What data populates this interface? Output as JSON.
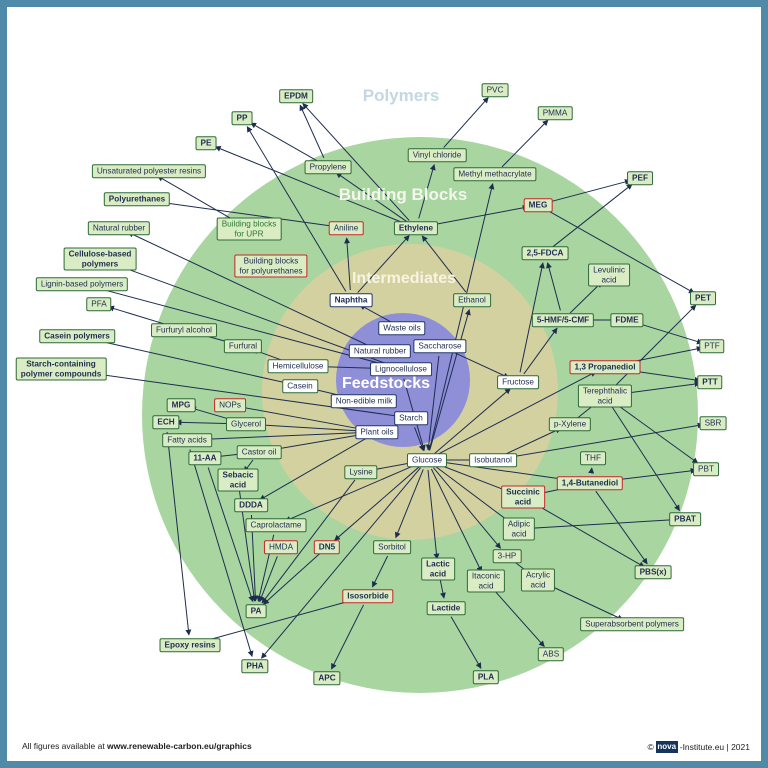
{
  "ring_labels": {
    "polymers": "Polymers",
    "building_blocks": "Building Blocks",
    "intermediates": "Intermediates",
    "feedstocks": "Feedstocks"
  },
  "footer": {
    "left_prefix": "All figures available at ",
    "left_link": "www.renewable-carbon.eu/graphics",
    "copyright": "©",
    "brand": "nova",
    "brand_suffix": "-Institute.eu | 2021"
  },
  "colors": {
    "frame": "#4f8ba8",
    "outer_ring": "#a8d5a0",
    "middle_ring": "#d4d1a0",
    "inner_circle": "#8f8fd8",
    "arrow": "#1e2d4f",
    "red_highlight": "#c8262b"
  },
  "nodes": [
    {
      "id": "epdm",
      "label": "EPDM"
    },
    {
      "id": "pvc",
      "label": "PVC"
    },
    {
      "id": "pp",
      "label": "PP"
    },
    {
      "id": "pmma",
      "label": "PMMA"
    },
    {
      "id": "pe",
      "label": "PE"
    },
    {
      "id": "vinyl",
      "label": "Vinyl chloride"
    },
    {
      "id": "propylene",
      "label": "Propylene"
    },
    {
      "id": "upr_resins",
      "label": "Unsaturated polyester resins"
    },
    {
      "id": "methyl_meth",
      "label": "Methyl methacrylate"
    },
    {
      "id": "pef",
      "label": "PEF"
    },
    {
      "id": "polyurethanes",
      "label": "Polyurethanes"
    },
    {
      "id": "bb_upr",
      "label": "Building blocks\nfor UPR"
    },
    {
      "id": "meg",
      "label": "MEG"
    },
    {
      "id": "natural_rubber_p",
      "label": "Natural rubber"
    },
    {
      "id": "aniline",
      "label": "Aniline"
    },
    {
      "id": "ethylene",
      "label": "Ethylene"
    },
    {
      "id": "fdca",
      "label": "2,5-FDCA"
    },
    {
      "id": "cellulose_poly",
      "label": "Cellulose-based\npolymers"
    },
    {
      "id": "bb_pu",
      "label": "Building blocks\nfor polyurethanes"
    },
    {
      "id": "levulinic",
      "label": "Levulinic\nacid"
    },
    {
      "id": "lignin_poly",
      "label": "Lignin-based polymers"
    },
    {
      "id": "pet",
      "label": "PET"
    },
    {
      "id": "pfa",
      "label": "PFA"
    },
    {
      "id": "naphtha",
      "label": "Naphtha"
    },
    {
      "id": "ethanol",
      "label": "Ethanol"
    },
    {
      "id": "hmf",
      "label": "5-HMF/5-CMF"
    },
    {
      "id": "fdme",
      "label": "FDME"
    },
    {
      "id": "furfuryl",
      "label": "Furfuryl alcohol"
    },
    {
      "id": "waste_oils",
      "label": "Waste oils"
    },
    {
      "id": "casein_poly",
      "label": "Casein polymers"
    },
    {
      "id": "ptf",
      "label": "PTF"
    },
    {
      "id": "furfural",
      "label": "Furfural"
    },
    {
      "id": "natural_rubber_f",
      "label": "Natural rubber"
    },
    {
      "id": "saccharose",
      "label": "Saccharose"
    },
    {
      "id": "starch_poly",
      "label": "Starch-containing\npolymer compounds"
    },
    {
      "id": "hemicellulose",
      "label": "Hemicellulose"
    },
    {
      "id": "propanediol",
      "label": "1,3 Propanediol"
    },
    {
      "id": "lignocellulose",
      "label": "Lignocellulose"
    },
    {
      "id": "fructose",
      "label": "Fructose"
    },
    {
      "id": "ptt",
      "label": "PTT"
    },
    {
      "id": "casein",
      "label": "Casein"
    },
    {
      "id": "nonedible",
      "label": "Non-edible milk"
    },
    {
      "id": "terephthalic",
      "label": "Terephthalic\nacid"
    },
    {
      "id": "mpg",
      "label": "MPG"
    },
    {
      "id": "nops",
      "label": "NOPs"
    },
    {
      "id": "starch",
      "label": "Starch"
    },
    {
      "id": "ech",
      "label": "ECH"
    },
    {
      "id": "glycerol",
      "label": "Glycerol"
    },
    {
      "id": "pxylene",
      "label": "p-Xylene"
    },
    {
      "id": "sbr",
      "label": "SBR"
    },
    {
      "id": "plant_oils",
      "label": "Plant oils"
    },
    {
      "id": "fatty",
      "label": "Fatty acids"
    },
    {
      "id": "castor",
      "label": "Castor oil"
    },
    {
      "id": "glucose",
      "label": "Glucose"
    },
    {
      "id": "isobutanol",
      "label": "Isobutanol"
    },
    {
      "id": "thf",
      "label": "THF"
    },
    {
      "id": "aa11",
      "label": "11-AA"
    },
    {
      "id": "pbt",
      "label": "PBT"
    },
    {
      "id": "lysine",
      "label": "Lysine"
    },
    {
      "id": "sebacic",
      "label": "Sebacic\nacid"
    },
    {
      "id": "butanediol",
      "label": "1,4-Butanediol"
    },
    {
      "id": "succinic",
      "label": "Succinic\nacid"
    },
    {
      "id": "dddа",
      "label": "DDDA"
    },
    {
      "id": "pbat",
      "label": "PBAT"
    },
    {
      "id": "adipic",
      "label": "Adipic\nacid"
    },
    {
      "id": "caprolactame",
      "label": "Caprolactame"
    },
    {
      "id": "hmda",
      "label": "HMDA"
    },
    {
      "id": "dn5",
      "label": "DN5"
    },
    {
      "id": "sorbitol",
      "label": "Sorbitol"
    },
    {
      "id": "pbsx",
      "label": "PBS(x)"
    },
    {
      "id": "hp3",
      "label": "3-HP"
    },
    {
      "id": "lactic",
      "label": "Lactic\nacid"
    },
    {
      "id": "itaconic",
      "label": "Itaconic\nacid"
    },
    {
      "id": "acrylic",
      "label": "Acrylic\nacid"
    },
    {
      "id": "isosorbide",
      "label": "Isosorbide"
    },
    {
      "id": "pa",
      "label": "PA"
    },
    {
      "id": "lactide",
      "label": "Lactide"
    },
    {
      "id": "superabsorbent",
      "label": "Superabsorbent polymers"
    },
    {
      "id": "epoxy",
      "label": "Epoxy resins"
    },
    {
      "id": "abs",
      "label": "ABS"
    },
    {
      "id": "pha",
      "label": "PHA"
    },
    {
      "id": "apc",
      "label": "APC"
    },
    {
      "id": "pla",
      "label": "PLA"
    }
  ]
}
